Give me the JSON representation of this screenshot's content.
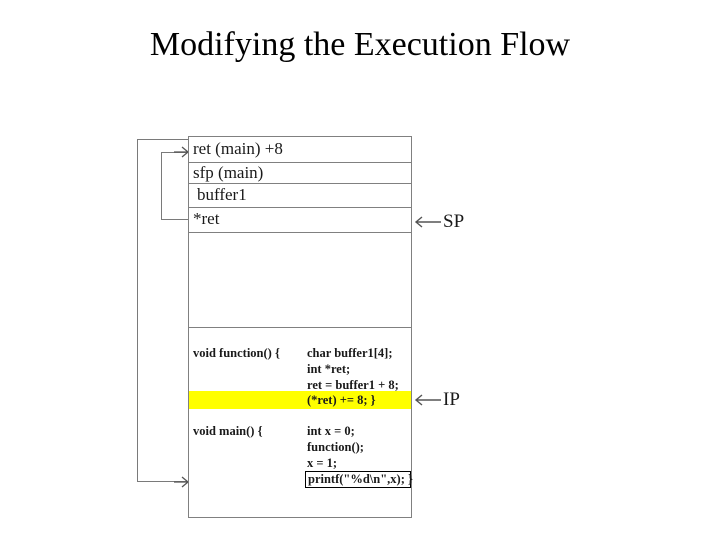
{
  "slide": {
    "title": "Modifying the Execution Flow"
  },
  "stack": {
    "slots": [
      {
        "id": "ret-main-plus8",
        "label": "ret (main) +8",
        "indent": false
      },
      {
        "id": "sfp-main",
        "label": "sfp (main)",
        "indent": false
      },
      {
        "id": "buffer1",
        "label": "buffer1",
        "indent": true
      },
      {
        "id": "ret-pointer",
        "label": "*ret",
        "indent": false
      }
    ]
  },
  "code": {
    "function_block": {
      "signature": "void function() {",
      "lines": [
        "char buffer1[4];",
        "int *ret;",
        "ret = buffer1 + 8;"
      ],
      "highlighted_line": "(*ret) += 8; }"
    },
    "main_block": {
      "signature": "void main() {",
      "lines": [
        "int x = 0;",
        "function();",
        "x = 1;"
      ],
      "boxed_line": "printf(\"%d\\n\",x); }"
    }
  },
  "pointers": [
    {
      "id": "sp",
      "label": "SP",
      "icon": "arrow-left-icon"
    },
    {
      "id": "ip",
      "label": "IP",
      "icon": "arrow-left-icon"
    }
  ],
  "colors": {
    "highlight": "#ffff00",
    "line": "#808080",
    "text": "#1a1a1a",
    "background": "#ffffff"
  }
}
